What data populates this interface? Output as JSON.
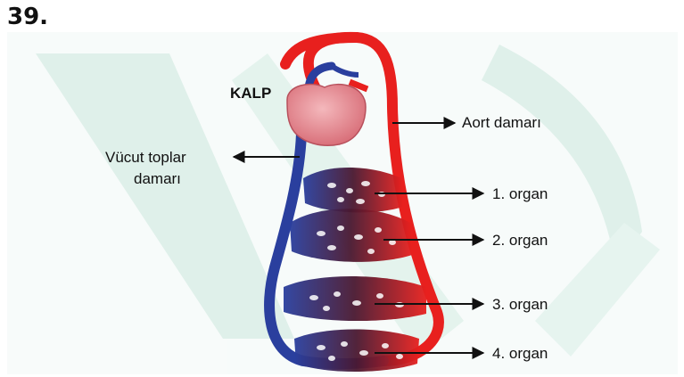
{
  "question_number": "39.",
  "labels": {
    "heart": "KALP",
    "aorta": "Aort damarı",
    "vena_cava_line1": "Vücut toplar",
    "vena_cava_line2": "damarı",
    "organ1": "1. organ",
    "organ2": "2. organ",
    "organ3": "3. organ",
    "organ4": "4. organ"
  },
  "colors": {
    "artery": "#e8201e",
    "vein": "#2a3f9e",
    "heart": "#e8949a",
    "capillary_bed": "#4a1830",
    "watermark": "#dcefe8"
  }
}
